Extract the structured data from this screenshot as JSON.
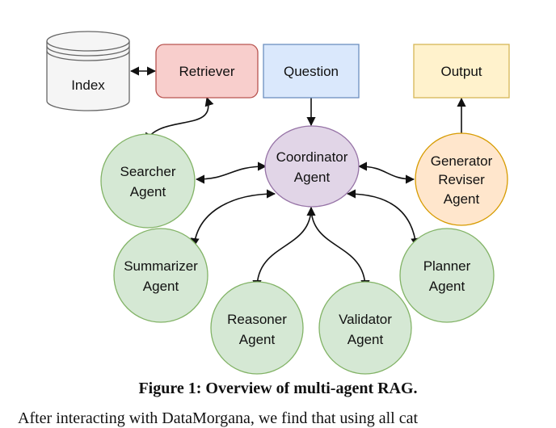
{
  "diagram": {
    "index_label": "Index",
    "retriever_label": "Retriever",
    "question_label": "Question",
    "output_label": "Output",
    "searcher": [
      "Searcher",
      "Agent"
    ],
    "coordinator": [
      "Coordinator",
      "Agent"
    ],
    "generator": [
      "Generator",
      "Reviser",
      "Agent"
    ],
    "summarizer": [
      "Summarizer",
      "Agent"
    ],
    "planner": [
      "Planner",
      "Agent"
    ],
    "reasoner": [
      "Reasoner",
      "Agent"
    ],
    "validator": [
      "Validator",
      "Agent"
    ],
    "colors": {
      "retriever_fill": "#f8cecc",
      "retriever_stroke": "#b85450",
      "question_fill": "#dae8fc",
      "question_stroke": "#6c8ebf",
      "output_fill": "#fff2cc",
      "output_stroke": "#d6b656",
      "agent_fill": "#d5e8d4",
      "agent_stroke": "#82b366",
      "coordinator_fill": "#e1d5e7",
      "coordinator_stroke": "#9673a6",
      "generator_fill": "#ffe6cc",
      "generator_stroke": "#d79b00",
      "index_fill": "#f5f5f5",
      "index_stroke": "#666666"
    }
  },
  "caption": "Figure 1: Overview of multi-agent RAG.",
  "body_text": "After interacting with DataMorgana, we find that using all cat"
}
